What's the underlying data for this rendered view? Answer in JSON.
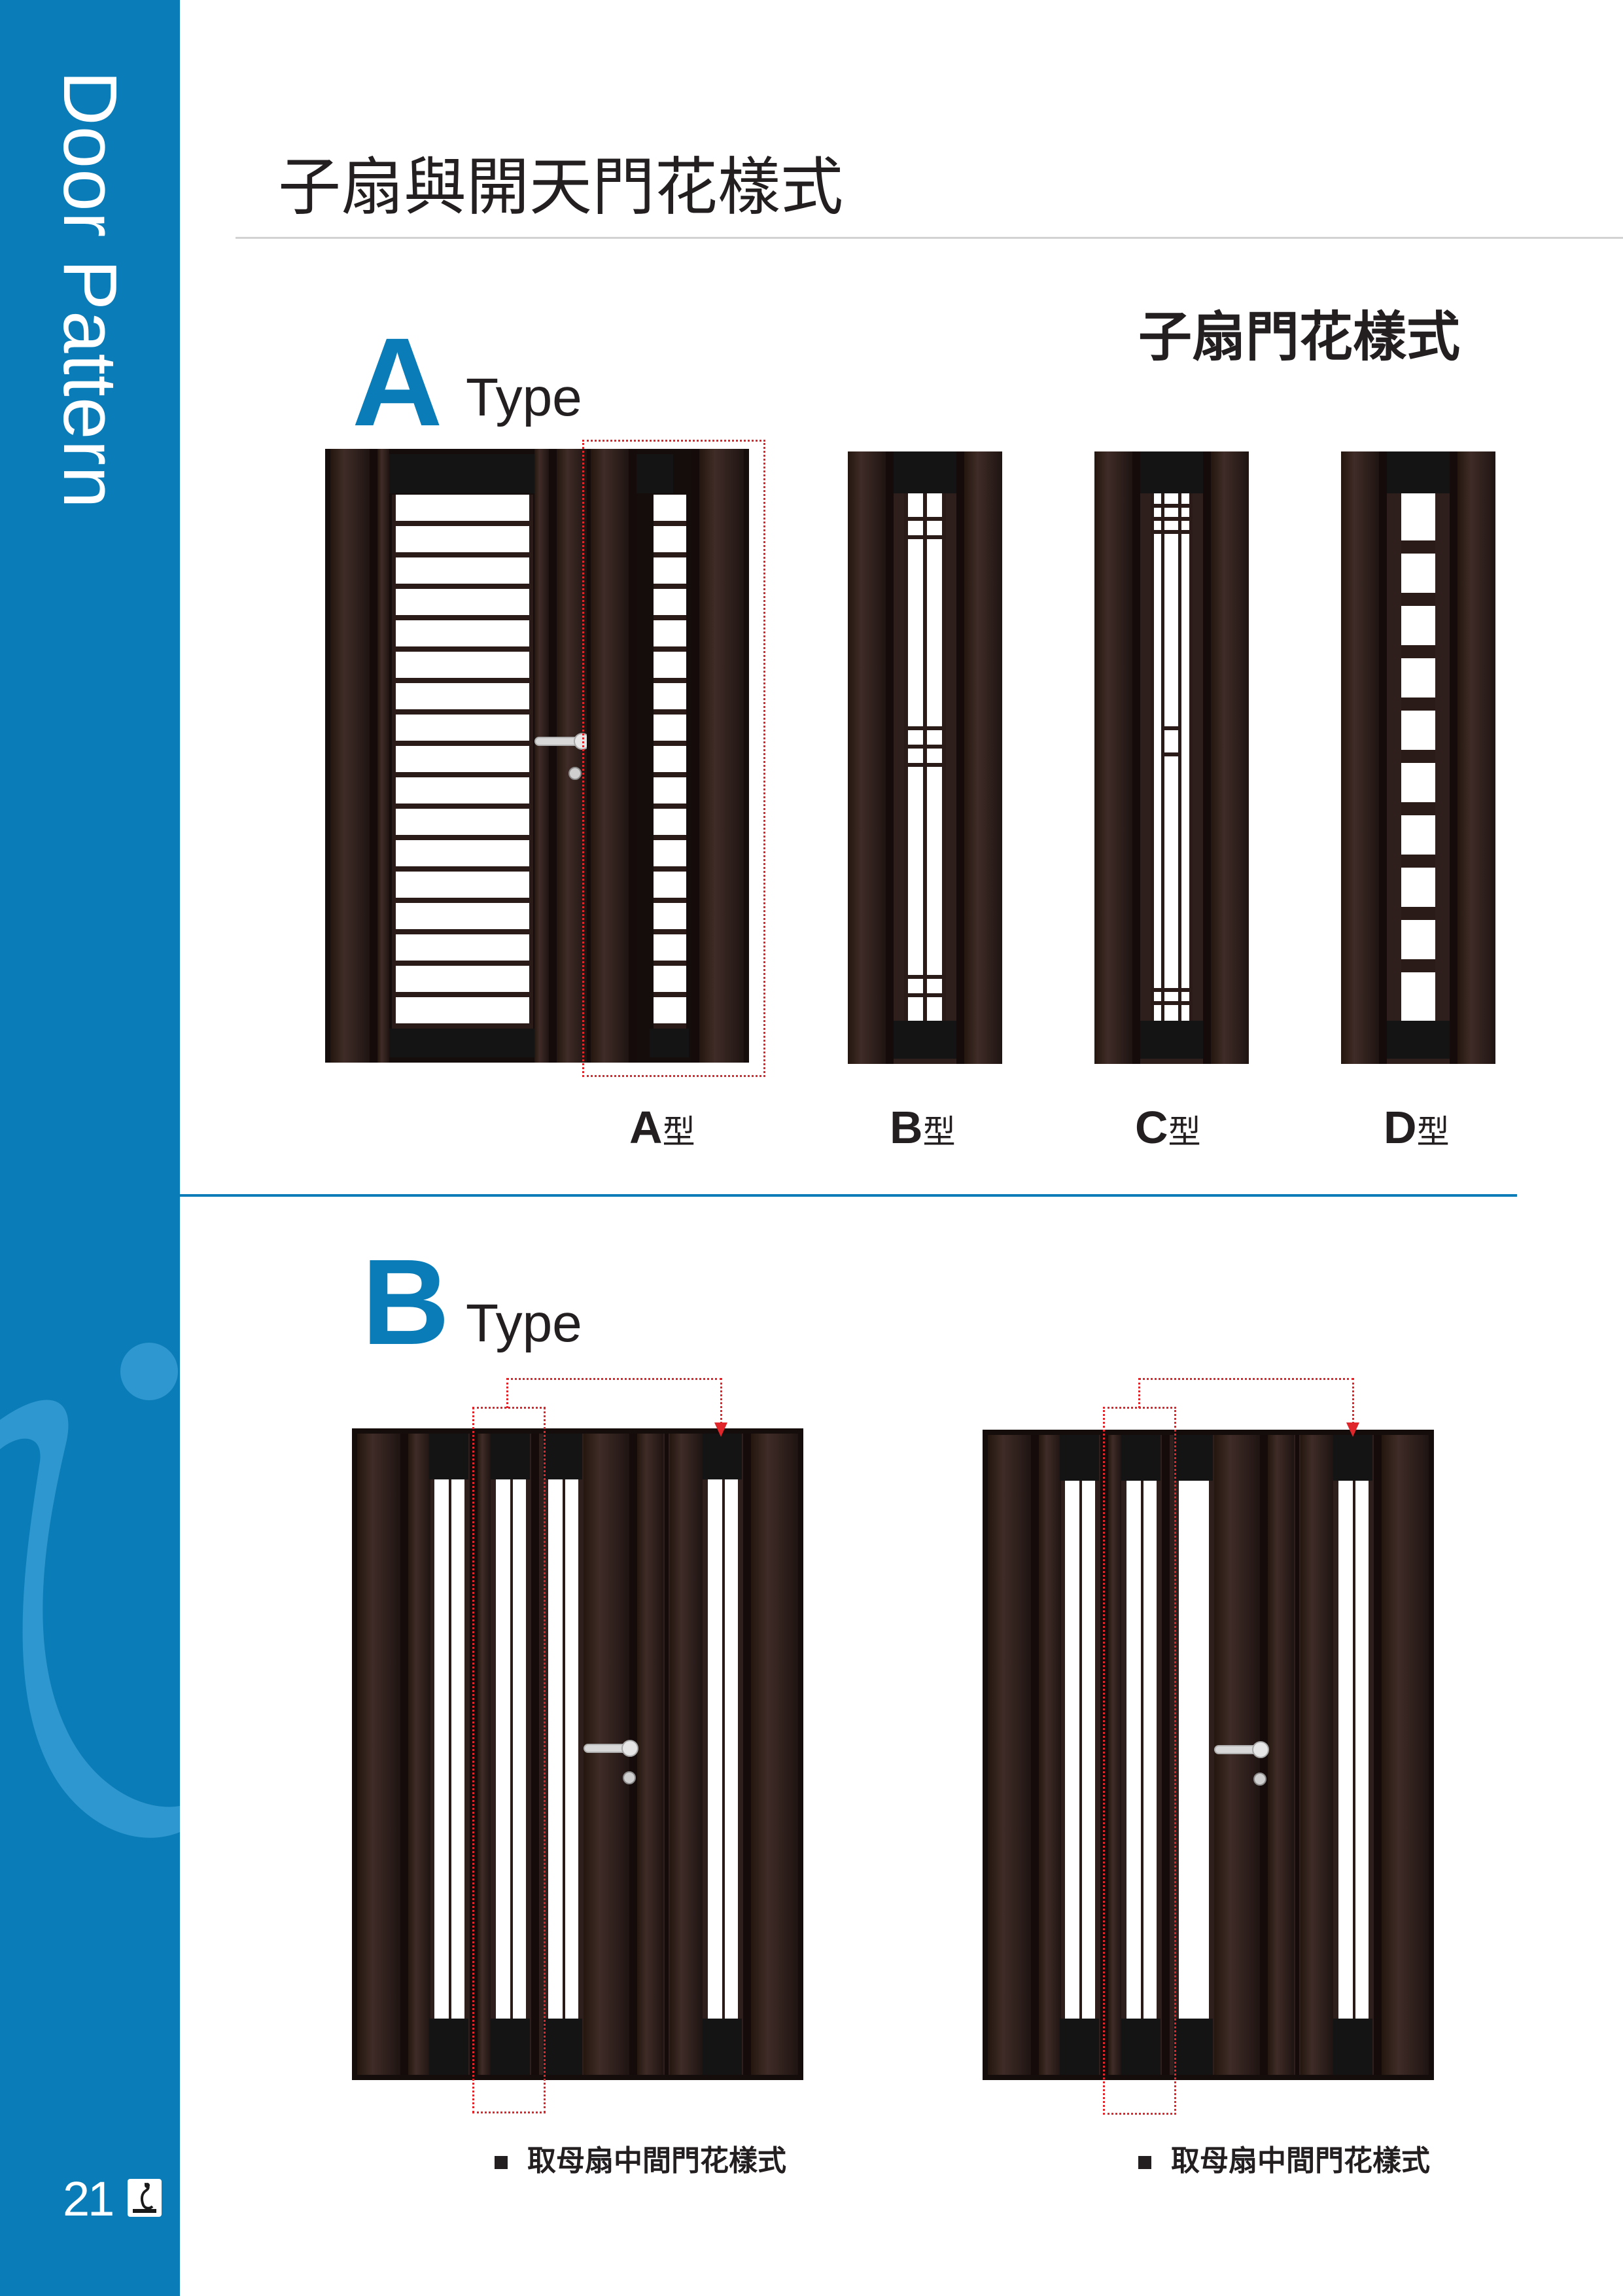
{
  "sidebar": {
    "title": "Door Pattern",
    "page_number": "21"
  },
  "header": {
    "title": "子扇與開天門花樣式"
  },
  "section_a": {
    "letter": "A",
    "word": "Type",
    "subtitle": "子扇門花樣式",
    "doors": [
      {
        "letter": "A",
        "suffix": "型"
      },
      {
        "letter": "B",
        "suffix": "型"
      },
      {
        "letter": "C",
        "suffix": "型"
      },
      {
        "letter": "D",
        "suffix": "型"
      }
    ]
  },
  "section_b": {
    "letter": "B",
    "word": "Type",
    "captions": [
      "取母扇中間門花樣式",
      "取母扇中間門花樣式"
    ]
  },
  "colors": {
    "accent_blue": "#0a7cb8",
    "door_dark": "#2e1f1c",
    "highlight_red": "#e0262b"
  },
  "icons": {
    "logo": "company-logo",
    "bullet": "square-bullet-icon"
  }
}
